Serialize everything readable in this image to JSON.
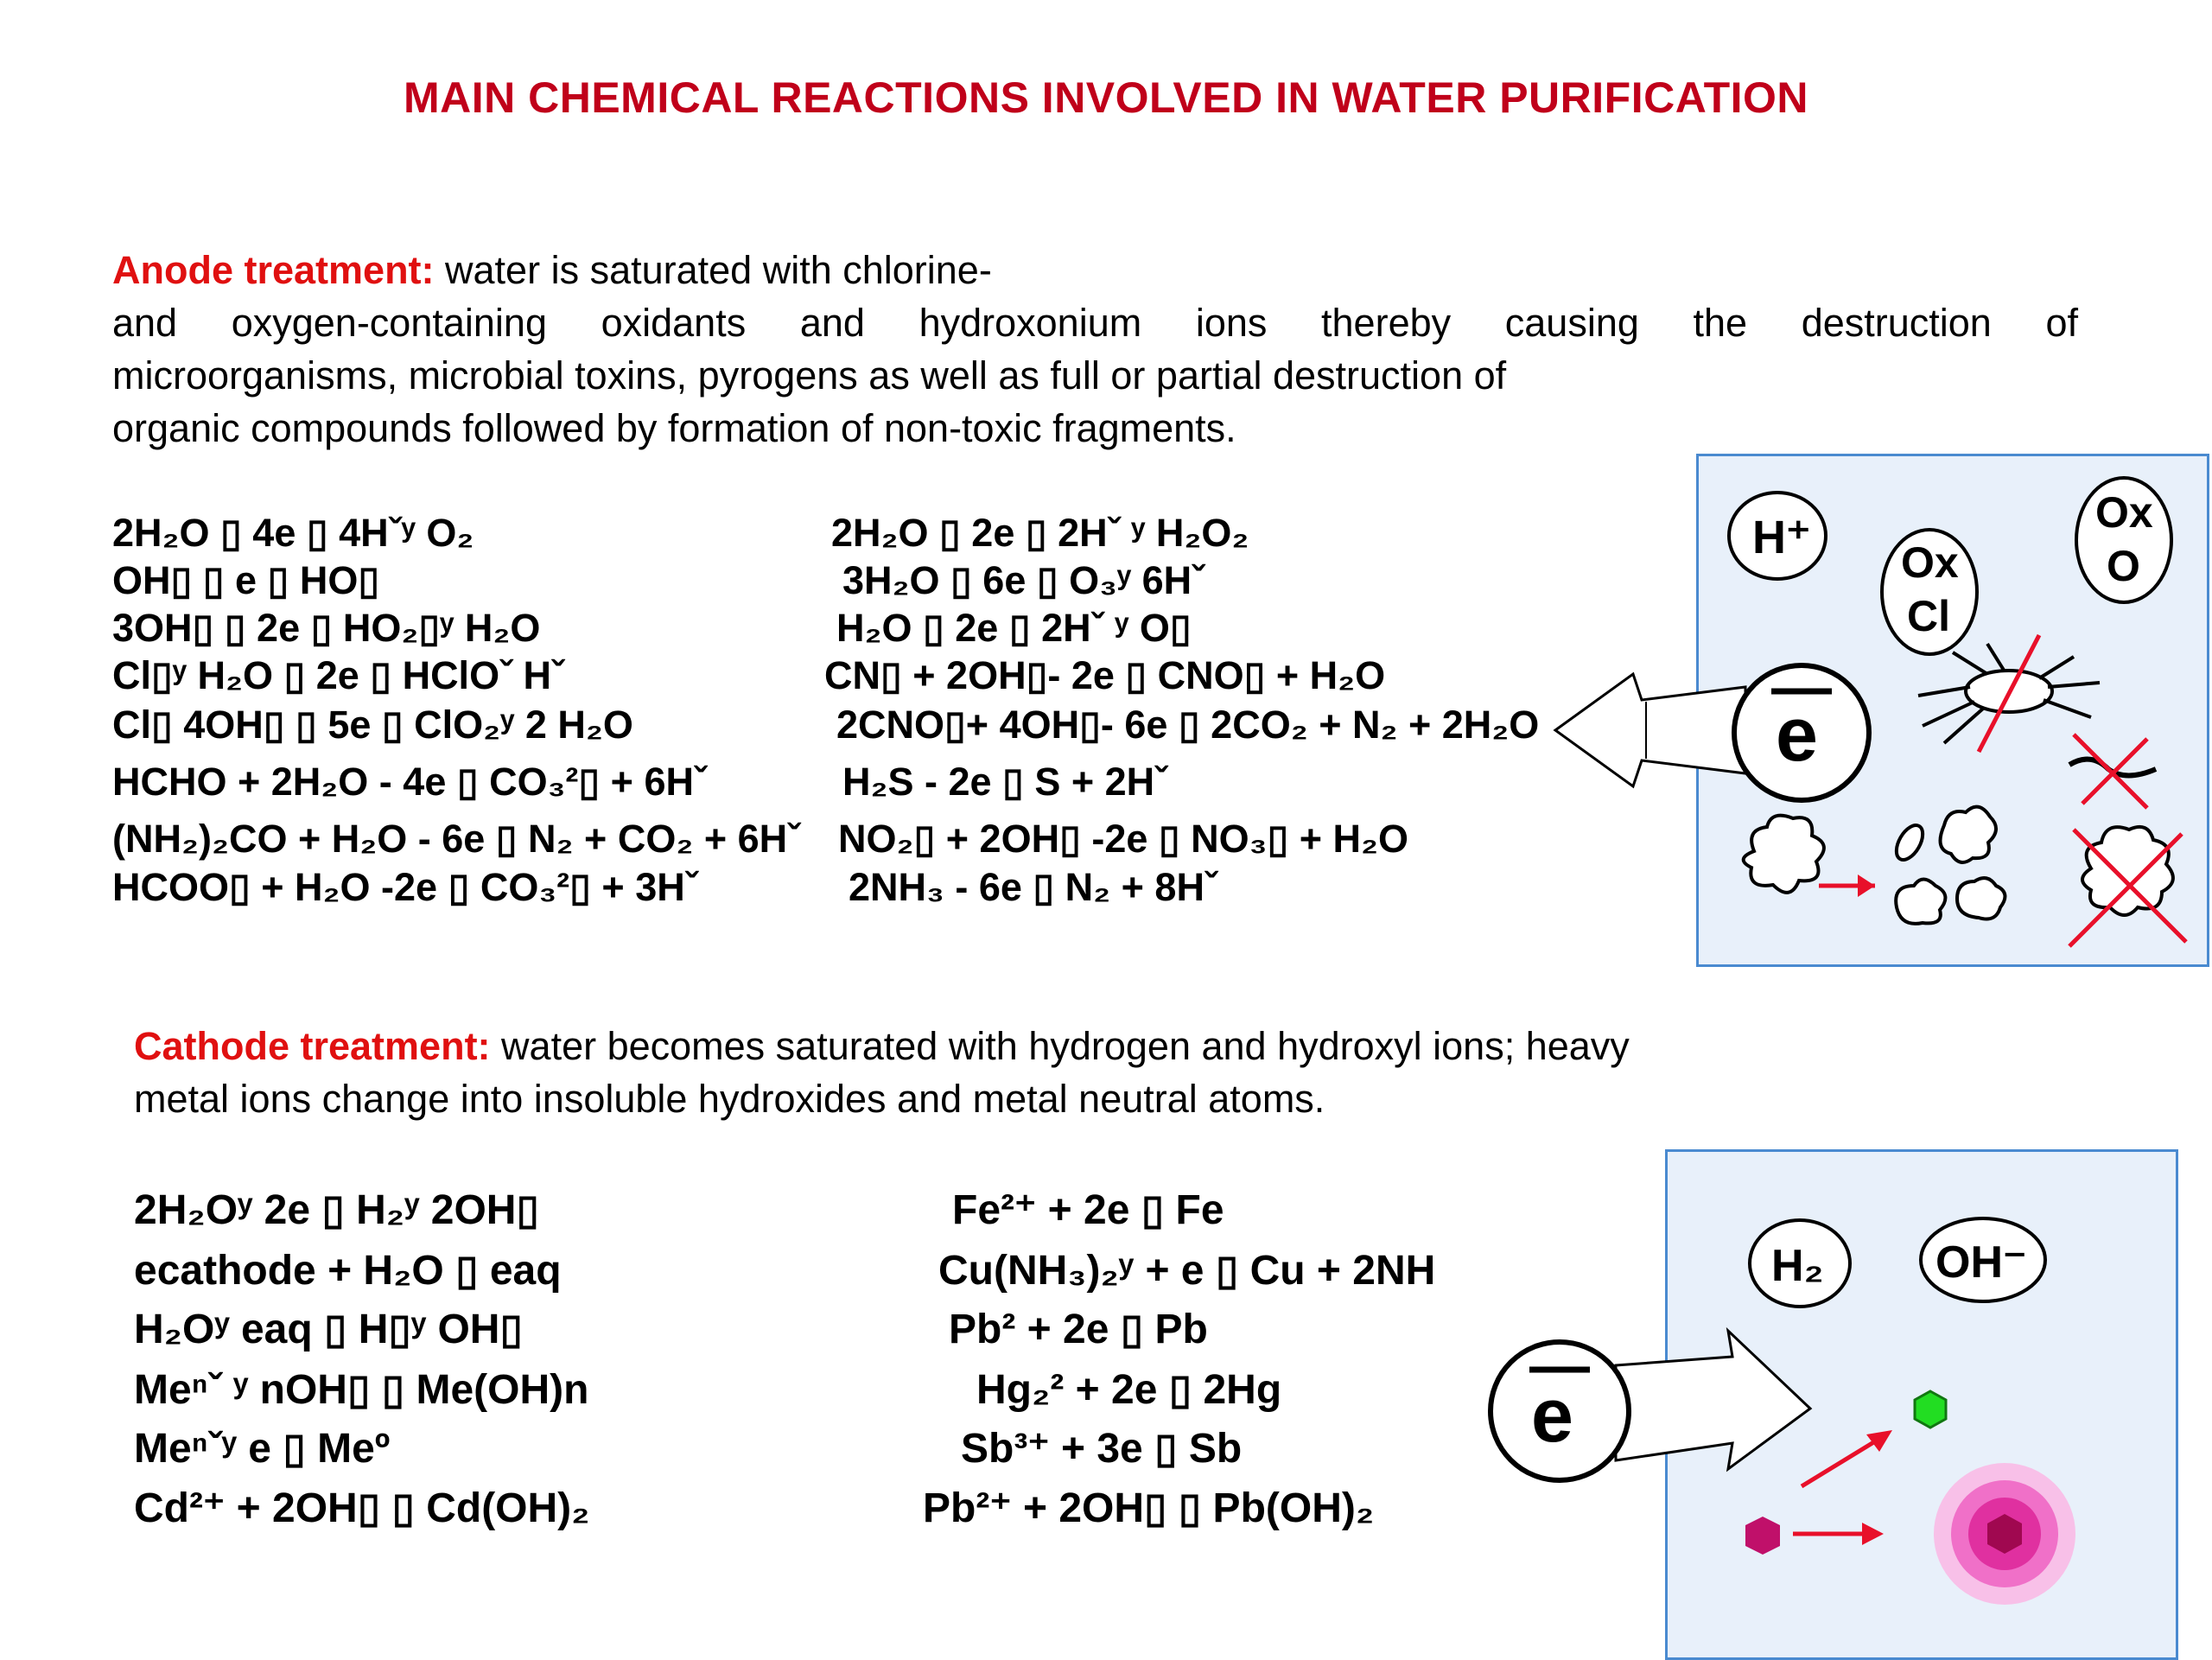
{
  "title": "MAIN CHEMICAL REACTIONS INVOLVED IN WATER PURIFICATION",
  "anode": {
    "lead": "Anode treatment:",
    "line1": " water is saturated with chlorine-",
    "line2": "and oxygen-containing oxidants and hydroxonium ions thereby causing the destruction of",
    "line3": "microorganisms, microbial toxins, pyrogens as well as full or partial destruction of",
    "line4": "organic compounds followed by formation of non-toxic fragments.",
    "left": [
      "2H₂O ▯ 4e ▯   4Hˇʸ   O₂",
      "OH▯ ▯ e ▯   HO▯",
      "3OH▯ ▯ 2e ▯   HO₂▯ʸ   H₂O",
      "Cl▯ʸ   H₂O ▯ 2e ▯   HClOˇ   Hˇ",
      "Cl▯   4OH▯ ▯ 5e ▯   ClO₂ʸ  2 H₂O",
      "HCHO + 2H₂O - 4e ▯   CO₃²▯ + 6Hˇ",
      "(NH₂)₂CO + H₂O - 6e ▯   N₂ + CO₂ + 6Hˇ",
      "HCOO▯  + H₂O -2e ▯   CO₃²▯ + 3Hˇ"
    ],
    "right": [
      "2H₂O ▯ 2e ▯   2Hˇ ʸ   H₂O₂",
      "3H₂O ▯ 6e ▯   O₃ʸ   6Hˇ",
      "H₂O  ▯  2e   ▯    2Hˇ   ʸ    O▯",
      "CN▯  + 2OH▯- 2e ▯   CNO▯ + H₂O",
      "2CNO▯+ 4OH▯- 6e ▯  2CO₂ + N₂ + 2H₂O",
      "H₂S - 2e ▯    S + 2Hˇ",
      "NO₂▯  + 2OH▯ -2e ▯   NO₃▯  + H₂O",
      "2NH₃ - 6e ▯   N₂ + 8Hˇ"
    ],
    "diagram": {
      "h_label": "H⁺",
      "oxcl_l1": "Ox",
      "oxcl_l2": "Cl",
      "oxo_l1": "Ox",
      "oxo_l2": "O",
      "electron": "ē"
    }
  },
  "cathode": {
    "lead": "Cathode treatment:",
    "line1": " water becomes saturated with hydrogen and hydroxyl ions; heavy",
    "line2": "metal ions change into insoluble hydroxides and metal neutral atoms.",
    "left": [
      "2H₂Oʸ   2e ▯    H₂ʸ   2OH▯",
      "ecathode +  H₂O ▯    eaq",
      "H₂Oʸ    eaq  ▯   H▯ʸ   OH▯",
      "Meⁿˇ ʸ   nOH▯ ▯   Me(OH)n",
      "Meⁿˇʸ    e ▯   Meº",
      "Cd²⁺ + 2OH▯ ▯   Cd(OH)₂"
    ],
    "right": [
      "Fe²⁺  + 2e  ▯    Fe",
      "Cu(NH₃)₂ʸ  + e ▯   Cu + 2NH",
      "Pb²   + 2e ▯   Pb",
      "Hg₂²   + 2e ▯   2Hg",
      "Sb³⁺ + 3e ▯   Sb",
      "Pb²⁺ + 2OH▯ ▯   Pb(OH)₂"
    ],
    "diagram": {
      "h2_label": "H₂",
      "oh_label": "OH⁻",
      "electron": "ē"
    }
  },
  "colors": {
    "title": "#c0001a",
    "lead": "#e01010",
    "box_fill": "#e8f0fa",
    "box_border": "#4a8ad0",
    "red_arrow": "#e8102a",
    "green_atom": "#22dd22",
    "magenta_atom": "#c0106a"
  }
}
